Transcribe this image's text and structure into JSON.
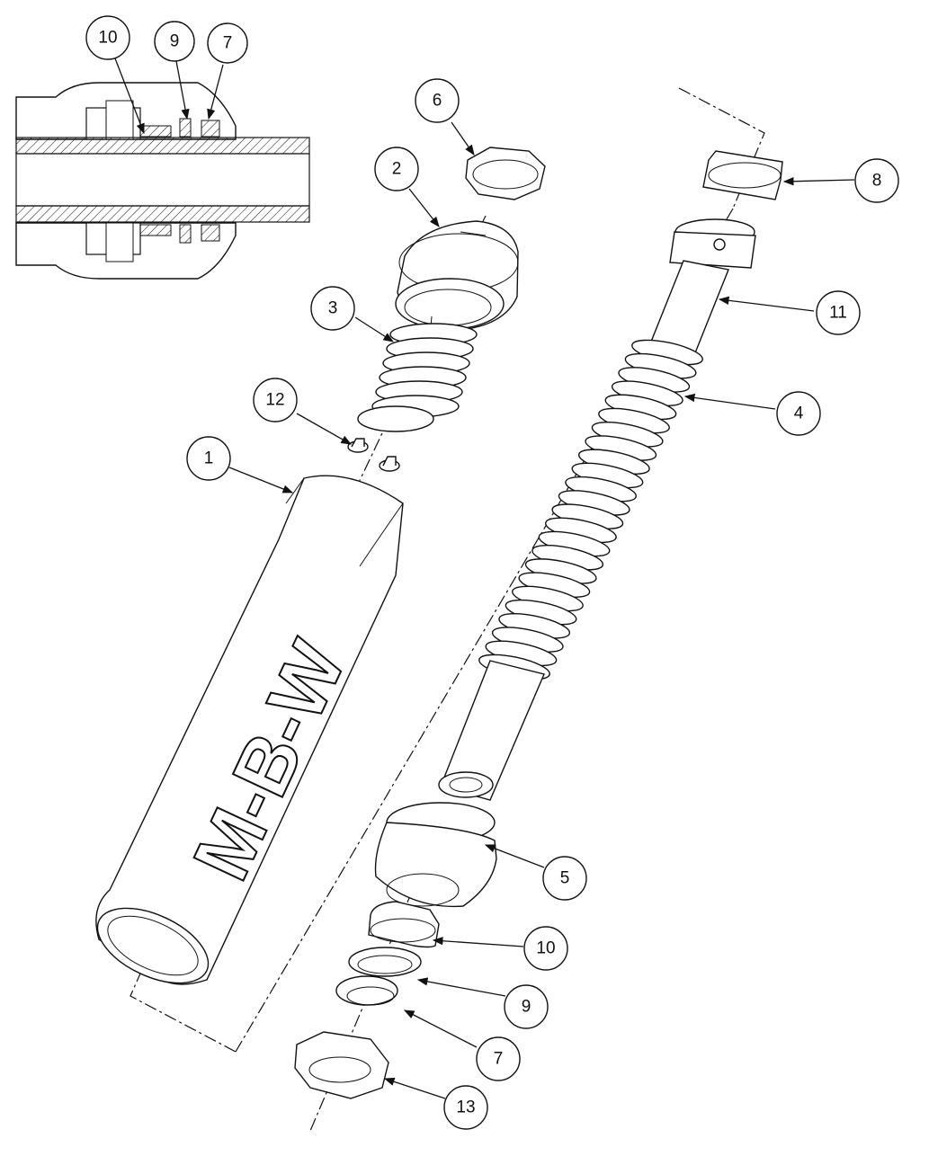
{
  "diagram": {
    "brand_mark": "M-B-W",
    "callouts": [
      {
        "id": "c-top-10",
        "label": "10"
      },
      {
        "id": "c-top-9",
        "label": "9"
      },
      {
        "id": "c-top-7",
        "label": "7"
      },
      {
        "id": "c-6",
        "label": "6"
      },
      {
        "id": "c-2",
        "label": "2"
      },
      {
        "id": "c-3",
        "label": "3"
      },
      {
        "id": "c-12",
        "label": "12"
      },
      {
        "id": "c-1",
        "label": "1"
      },
      {
        "id": "c-8",
        "label": "8"
      },
      {
        "id": "c-11",
        "label": "11"
      },
      {
        "id": "c-4",
        "label": "4"
      },
      {
        "id": "c-5",
        "label": "5"
      },
      {
        "id": "c-10",
        "label": "10"
      },
      {
        "id": "c-9",
        "label": "9"
      },
      {
        "id": "c-7",
        "label": "7"
      },
      {
        "id": "c-13",
        "label": "13"
      }
    ]
  }
}
